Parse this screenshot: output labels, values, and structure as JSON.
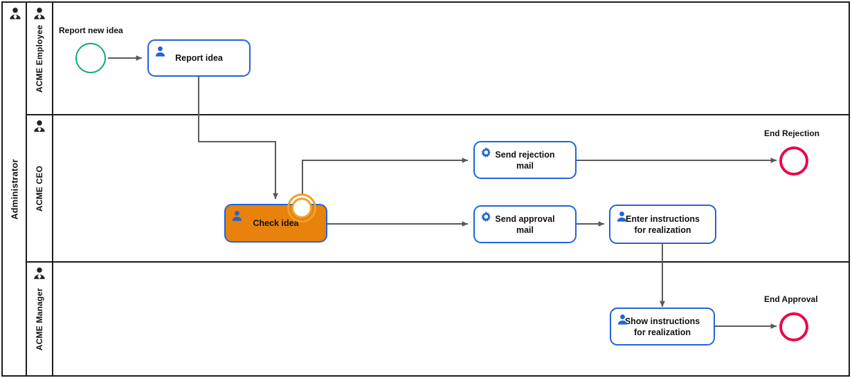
{
  "diagram": {
    "type": "bpmn-collaboration",
    "pool": {
      "name": "Administrator",
      "icon": "participant-icon"
    },
    "lanes": [
      {
        "id": "lane-employee",
        "name": "ACME Employee",
        "icon": "participant-icon"
      },
      {
        "id": "lane-ceo",
        "name": "ACME CEO",
        "icon": "participant-icon"
      },
      {
        "id": "lane-manager",
        "name": "ACME Manager",
        "icon": "participant-icon"
      }
    ],
    "events": [
      {
        "id": "start-report-new-idea",
        "kind": "start",
        "label": "Report new idea",
        "color": "#0aa97a",
        "lane": "ACME Employee"
      },
      {
        "id": "boundary-check-idea",
        "kind": "boundary-non-interrupting",
        "label": "",
        "color": "#f0a02a",
        "lane": "ACME CEO"
      },
      {
        "id": "end-rejection",
        "kind": "end",
        "label": "End Rejection",
        "color": "#e8094a",
        "lane": "ACME CEO"
      },
      {
        "id": "end-approval",
        "kind": "end",
        "label": "End Approval",
        "color": "#e8094a",
        "lane": "ACME Manager"
      }
    ],
    "tasks": [
      {
        "id": "task-report-idea",
        "label": "Report idea",
        "icon": "user-task-icon",
        "type": "user",
        "lane": "ACME Employee",
        "highlighted": false
      },
      {
        "id": "task-check-idea",
        "label": "Check idea",
        "icon": "user-task-icon",
        "type": "user",
        "lane": "ACME CEO",
        "highlighted": true,
        "highlight_color": "#e8820c"
      },
      {
        "id": "task-send-rejection-mail",
        "label": "Send rejection\nmail",
        "icon": "service-task-icon",
        "type": "service",
        "lane": "ACME CEO",
        "highlighted": false
      },
      {
        "id": "task-send-approval-mail",
        "label": "Send approval\nmail",
        "icon": "service-task-icon",
        "type": "service",
        "lane": "ACME CEO",
        "highlighted": false
      },
      {
        "id": "task-enter-instructions",
        "label": "Enter instructions\nfor realization",
        "icon": "user-task-icon",
        "type": "user",
        "lane": "ACME CEO",
        "highlighted": false
      },
      {
        "id": "task-show-instructions",
        "label": "Show instructions\nfor realization",
        "icon": "user-task-icon",
        "type": "user",
        "lane": "ACME Manager",
        "highlighted": false
      }
    ],
    "flows": [
      {
        "id": "flow-start-to-report",
        "from": "start-report-new-idea",
        "to": "task-report-idea"
      },
      {
        "id": "flow-report-to-check",
        "from": "task-report-idea",
        "to": "task-check-idea"
      },
      {
        "id": "flow-boundary-to-rejection",
        "from": "boundary-check-idea",
        "to": "task-send-rejection-mail"
      },
      {
        "id": "flow-check-to-approval",
        "from": "task-check-idea",
        "to": "task-send-approval-mail"
      },
      {
        "id": "flow-rejection-to-end",
        "from": "task-send-rejection-mail",
        "to": "end-rejection"
      },
      {
        "id": "flow-approval-to-enter",
        "from": "task-send-approval-mail",
        "to": "task-enter-instructions"
      },
      {
        "id": "flow-enter-to-show",
        "from": "task-enter-instructions",
        "to": "task-show-instructions"
      },
      {
        "id": "flow-show-to-end",
        "from": "task-show-instructions",
        "to": "end-approval"
      }
    ],
    "colors": {
      "task_border": "#1f64d6",
      "task_icon": "#1f64d6",
      "flow_line": "#595959",
      "lane_border": "#1a1a1a",
      "start_event": "#0aa97a",
      "end_event": "#e8094a",
      "boundary_event": "#f0a02a",
      "highlight_fill": "#e8820c",
      "text": "#111111"
    }
  }
}
